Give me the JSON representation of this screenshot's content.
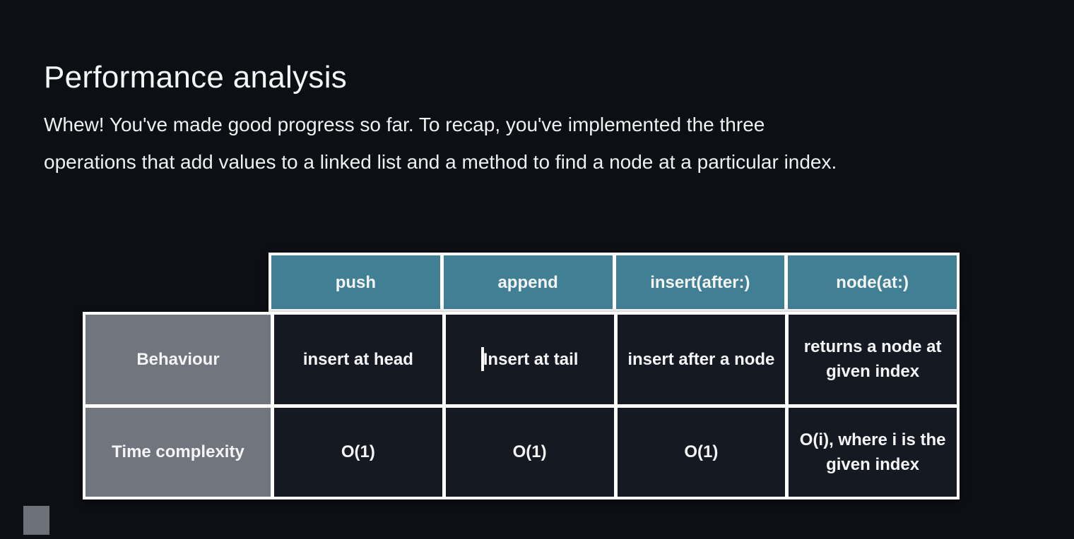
{
  "page": {
    "title": "Performance analysis",
    "intro_lines": [
      "Whew! You've made good progress so far. To recap, you've implemented the three",
      "operations that add values to a linked list and a method to find a node at a particular index."
    ]
  },
  "colors": {
    "background": "#0d0f14",
    "table_header_teal": "#417f95",
    "row_label_gray": "#70757e",
    "cell_dark": "#151a22",
    "table_border": "#ffffff",
    "text": "#f4f5f6"
  },
  "table": {
    "column_headers": [
      "push",
      "append",
      "insert(after:)",
      "node(at:)"
    ],
    "rows": [
      {
        "label": "Behaviour",
        "cells": [
          "insert at head",
          "Insert at tail",
          "insert after a node",
          "returns a node at given index"
        ]
      },
      {
        "label": "Time complexity",
        "cells": [
          "O(1)",
          "O(1)",
          "O(1)",
          "O(i), where i is the given index"
        ]
      }
    ]
  },
  "chart_data": {
    "type": "table",
    "title": "Performance analysis",
    "columns": [
      "",
      "push",
      "append",
      "insert(after:)",
      "node(at:)"
    ],
    "rows": [
      [
        "Behaviour",
        "insert at head",
        "Insert at tail",
        "insert after a node",
        "returns a node at given index"
      ],
      [
        "Time complexity",
        "O(1)",
        "O(1)",
        "O(1)",
        "O(i), where i is the given index"
      ]
    ]
  }
}
